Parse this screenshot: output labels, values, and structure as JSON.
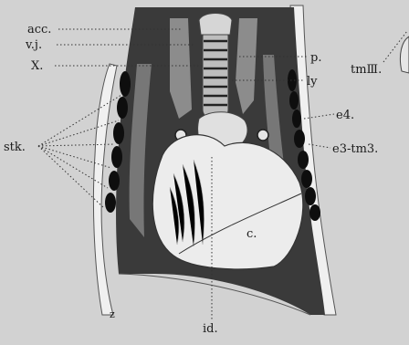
{
  "labels": {
    "acc": "acc.",
    "vj": "v.j.",
    "x": "X.",
    "stk": "stk.",
    "p": "p.",
    "ly": "ly",
    "tm3": "tmⅢ.",
    "e4": "e4.",
    "e3tm3": "e3-tm3.",
    "c": "c.",
    "id": "id.",
    "z": "z"
  },
  "colors": {
    "background": "#d2d2d2",
    "dark_tissue": "#2e2e2e",
    "mid_tissue": "#6a6a6a",
    "light_tissue": "#e8e8e8"
  }
}
